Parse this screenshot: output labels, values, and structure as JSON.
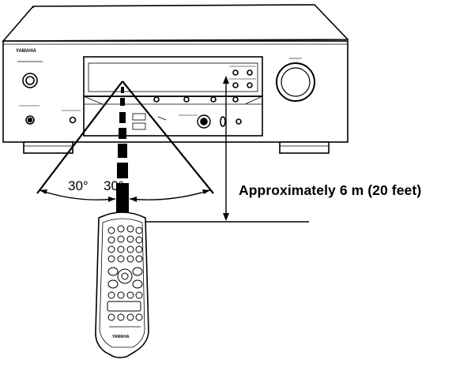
{
  "diagram": {
    "brand": "YAMAHA",
    "angle_left": "30°",
    "angle_right": "30°",
    "distance_label": "Approximately 6 m (20 feet)"
  }
}
